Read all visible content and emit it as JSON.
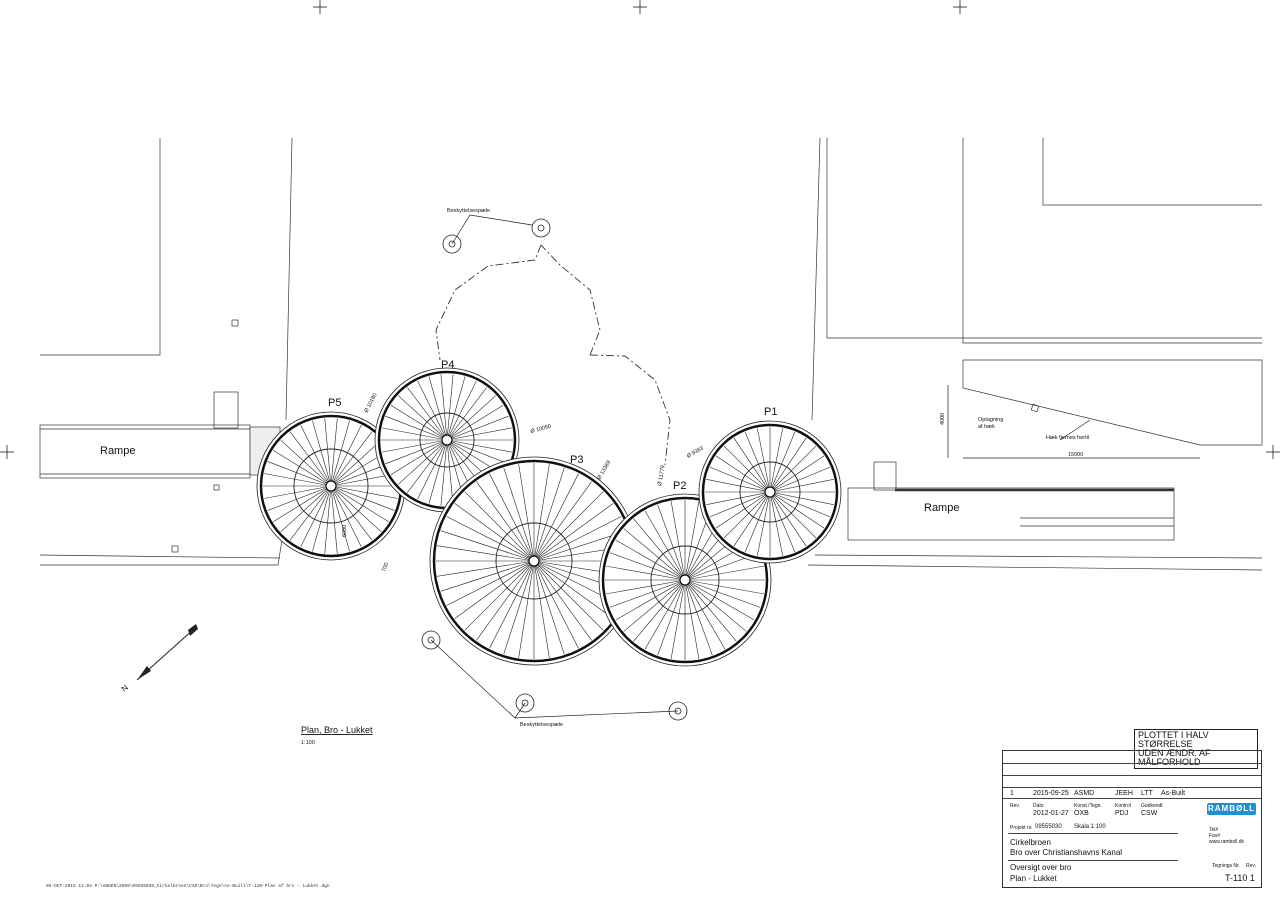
{
  "drawing": {
    "labels": {
      "rampe_left": "Rampe",
      "rampe_right": "Rampe",
      "p1": "P1",
      "p2": "P2",
      "p3": "P3",
      "p4": "P4",
      "p5": "P5",
      "piles_top": "Beskyttelsespæle",
      "piles_bottom": "Beskyttelsespæle",
      "hoist": "Optagning\naf hæk",
      "hoist_line1": "Optagning",
      "hoist_line2": "af hæk",
      "hedge_removed": "Hæk fjernes hertil",
      "dim_4000": "4000",
      "dim_15000": "15000",
      "dia_p5": "Ø 10180",
      "dia_p4": "Ø 10050",
      "dia_p3": "Ø 13369",
      "dia_p2": "Ø 11779",
      "dia_p1": "Ø 9383",
      "dim_6000": "6000",
      "dim_700": "700",
      "north": "N"
    },
    "plan_title": "Plan, Bro - Lukket",
    "plan_scale": "1:100"
  },
  "stamp": {
    "line1": "PLOTTET I HALV STØRRELSE",
    "line2": "UDEN ÆNDR. AF MÅLFORHOLD"
  },
  "title_block": {
    "revision": {
      "rev": "1",
      "date": "2015-09-25",
      "by": "ASMD",
      "check": "JEEH",
      "approved": "LTT",
      "note": "As-Built"
    },
    "headers": {
      "rev": "Rev.",
      "date": "Dato",
      "konst": "Konst./Tegn.",
      "kontrol": "Kontrol",
      "godkendt": "Godkendt"
    },
    "values": {
      "date": "2012-01-27",
      "konst": "OXB",
      "kontrol": "PDJ",
      "godkendt": "CSW"
    },
    "company": "RAMBØLL",
    "contact": {
      "tel": "Tel#",
      "fax": "Fax#",
      "web": "www.ramboll.dk"
    },
    "project_label": "Projekt nr.",
    "project_no": "09555030",
    "scale": "Skala 1:100",
    "title1": "Cirkelbroen",
    "title2": "Bro over Christianshavns Kanal",
    "subtitle1": "Oversigt over bro",
    "subtitle2": "Plan - Lukket",
    "drawing_no_label": "Tegnings Nr.",
    "rev_label": "Rev.",
    "drawing_no": "T-110 1"
  },
  "footer": "05-OCT-2015 11:04 P:\\ANGEN\\2009\\09555030_Cirkelbroen\\CAD\\Bro\\Tegn\\As-Built\\T-110-Plan af bro - Lukket.dgn",
  "circles": [
    {
      "id": "P5",
      "spokes": 34
    },
    {
      "id": "P4",
      "spokes": 34
    },
    {
      "id": "P3",
      "spokes": 40
    },
    {
      "id": "P2",
      "spokes": 36
    },
    {
      "id": "P1",
      "spokes": 32
    }
  ]
}
